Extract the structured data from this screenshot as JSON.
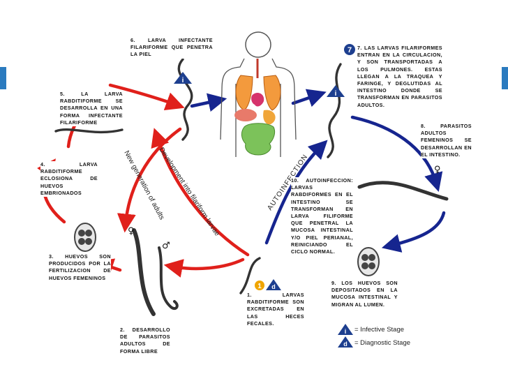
{
  "steps": {
    "s1": "1.        LARVAS RABDITIFORME SON EXCRETADAS EN LAS HECES FECALES.",
    "s2": "2. DESARROLLO DE PARASITOS ADULTOS DE FORMA LIBRE",
    "s3": "3. HUEVOS SON PRODUCIDOS POR LA FERTILIZACION DE HUEVOS FEMENINOS",
    "s4": "4. LARVA RABDITIFORME ECLOSIONA DE HUEVOS EMBRIONADOS",
    "s5": "5. LA LARVA RABDITIFORME SE DESARROLLA EN UNA FORMA INFECTANTE FILARIFORME",
    "s6": "6. LARVA INFECTANTE FILARIFORME QUE PENETRA LA PIEL",
    "s7": "7. LAS LARVAS FILARIFORMES ENTRAN EN LA CIRCULACION, Y SON TRANSPORTADAS A LOS PULMONES. ESTAS LLEGAN A LA TRAQUEA Y FARINGE, Y DEGLUTIDAS AL INTESTINO DONDE SE TRANSFORMAN EN PARASITOS ADULTOS.",
    "s8": "8. PARASITOS ADULTOS FEMENINOS SE DESARROLLAN EN EL INTESTINO.",
    "s9": "9. LOS HUEVOS SON DEPOSITADOS EN LA MUCOSA INTESTINAL Y MIGRAN AL LUMEN.",
    "s10": "10. AUTOINFECCION: LARVAS RABDIFORMES EN EL INTESTINO SE TRANSFORMAN EN LARVA FILIFORME QUE PENETRAL LA MUCOSA INTESTINAL Y/O PIEL PERIANAL, REINICIANDO EL CICLO NORMAL."
  },
  "arrow_labels": {
    "new_generation": "New generation of adults",
    "development": "Development into filariform larvae",
    "autoinfection": "AUTOINFECTION"
  },
  "badges": {
    "infective": "i",
    "diagnostic": "d",
    "step7": "7",
    "step1": "1"
  },
  "symbols": {
    "female": "♀",
    "male": "♂"
  },
  "legend": {
    "infective": "= Infective Stage",
    "diagnostic": "= Diagnostic Stage"
  },
  "colors": {
    "red_arrow": "#e0201b",
    "blue_arrow": "#16258f",
    "badge_blue": "#1d3f8f",
    "badge_orange": "#f0a500",
    "sidebar": "#2b7bbf"
  }
}
